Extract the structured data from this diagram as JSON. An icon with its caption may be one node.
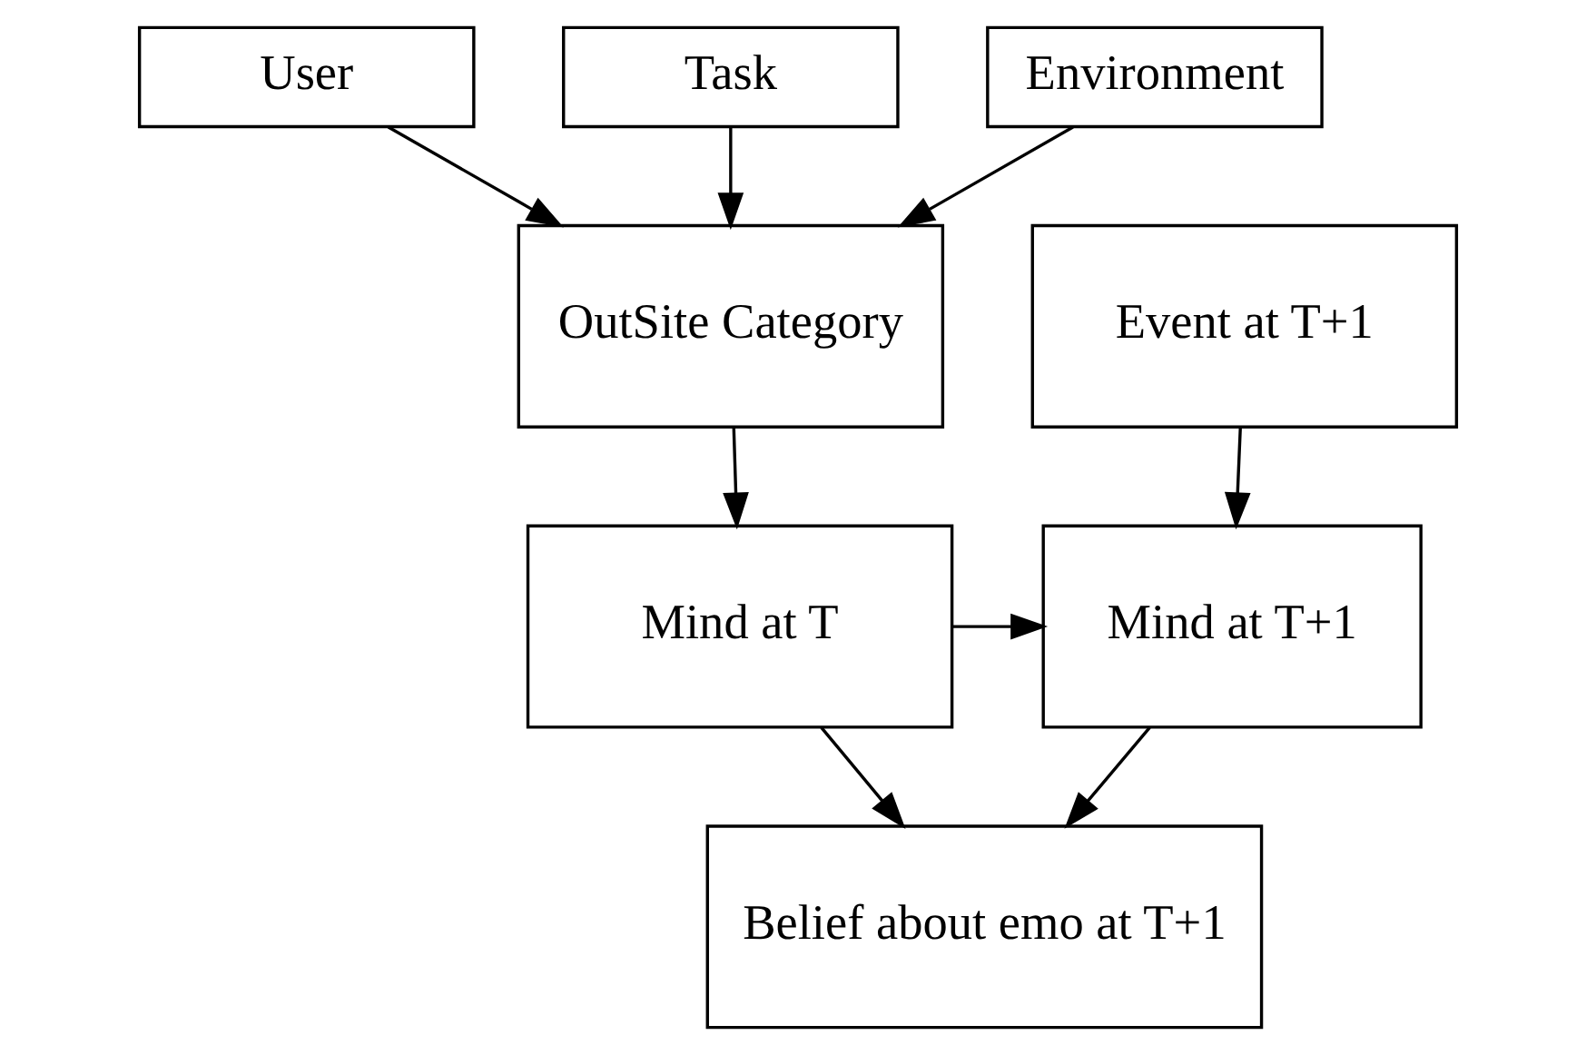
{
  "diagram": {
    "nodes": [
      {
        "text": [
          "User"
        ]
      },
      {
        "text": [
          "Task"
        ]
      },
      {
        "text": [
          "Environment"
        ]
      },
      {
        "text": [
          "OutSite Category"
        ]
      },
      {
        "text": [
          "Event at T+1"
        ]
      },
      {
        "text": [
          "Mind at T"
        ]
      },
      {
        "text": [
          "Mind at T+1"
        ]
      },
      {
        "text": [
          "Belief about emo at T+1"
        ]
      }
    ],
    "edges": [
      {
        "from": 0,
        "to": 3,
        "arrow": "to"
      },
      {
        "from": 1,
        "to": 3,
        "arrow": "to"
      },
      {
        "from": 2,
        "to": 3,
        "arrow": "to"
      },
      {
        "from": 3,
        "to": 5,
        "arrow": "to"
      },
      {
        "from": 4,
        "to": 6,
        "arrow": "to"
      },
      {
        "from": 5,
        "to": 6,
        "arrow": "to"
      },
      {
        "from": 6,
        "to": 7,
        "arrow": "to"
      },
      {
        "from": 5,
        "to": 7,
        "arrow": "to"
      }
    ]
  }
}
